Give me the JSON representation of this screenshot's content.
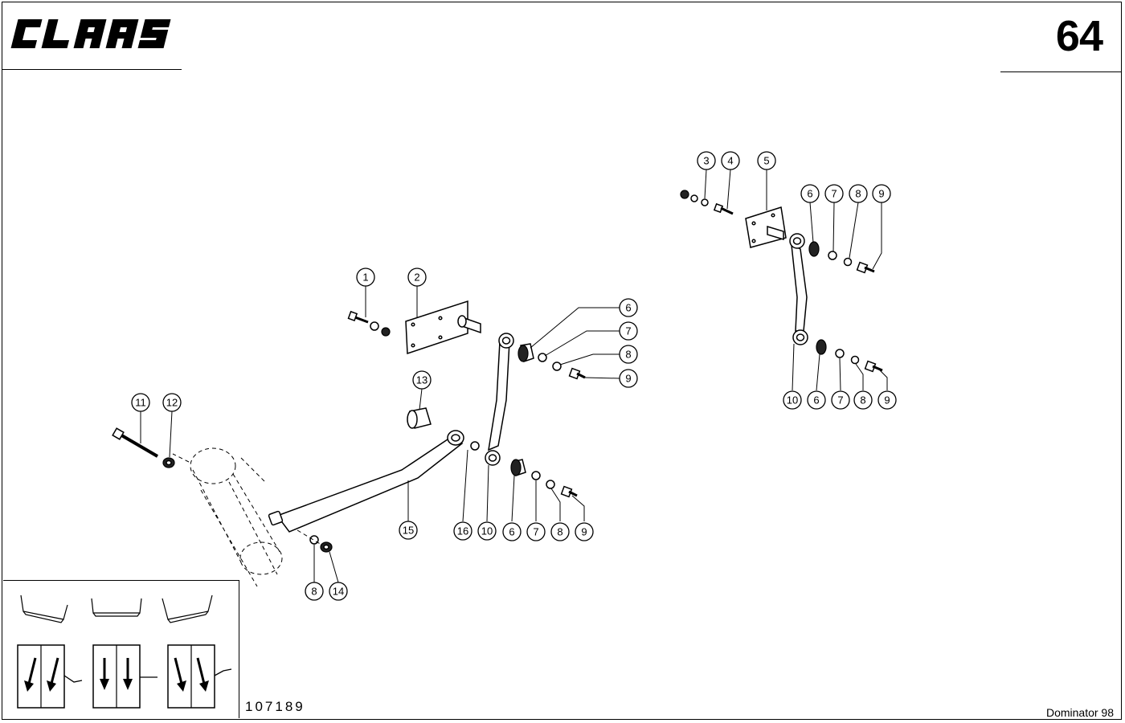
{
  "header": {
    "brand": "CLAAS",
    "page_number": "64"
  },
  "footer": {
    "drawing_number": "107189",
    "model_name": "Dominator 98"
  },
  "callouts_left": [
    {
      "id": "c1",
      "label": "1"
    },
    {
      "id": "c2",
      "label": "2"
    },
    {
      "id": "c6",
      "label": "6"
    },
    {
      "id": "c7",
      "label": "7"
    },
    {
      "id": "c8",
      "label": "8"
    },
    {
      "id": "c9",
      "label": "9"
    },
    {
      "id": "c13",
      "label": "13"
    },
    {
      "id": "c11",
      "label": "11"
    },
    {
      "id": "c12",
      "label": "12"
    },
    {
      "id": "c15",
      "label": "15"
    },
    {
      "id": "c16",
      "label": "16"
    },
    {
      "id": "c10b",
      "label": "10"
    },
    {
      "id": "c6b",
      "label": "6"
    },
    {
      "id": "c7b",
      "label": "7"
    },
    {
      "id": "c8b",
      "label": "8"
    },
    {
      "id": "c9b",
      "label": "9"
    },
    {
      "id": "c8c",
      "label": "8"
    },
    {
      "id": "c14",
      "label": "14"
    }
  ],
  "callouts_right": [
    {
      "id": "r3",
      "label": "3"
    },
    {
      "id": "r4",
      "label": "4"
    },
    {
      "id": "r5",
      "label": "5"
    },
    {
      "id": "r6",
      "label": "6"
    },
    {
      "id": "r7",
      "label": "7"
    },
    {
      "id": "r8",
      "label": "8"
    },
    {
      "id": "r9",
      "label": "9"
    },
    {
      "id": "r10",
      "label": "10"
    },
    {
      "id": "r6b",
      "label": "6"
    },
    {
      "id": "r7b",
      "label": "7"
    },
    {
      "id": "r8b",
      "label": "8"
    },
    {
      "id": "r9b",
      "label": "9"
    }
  ]
}
